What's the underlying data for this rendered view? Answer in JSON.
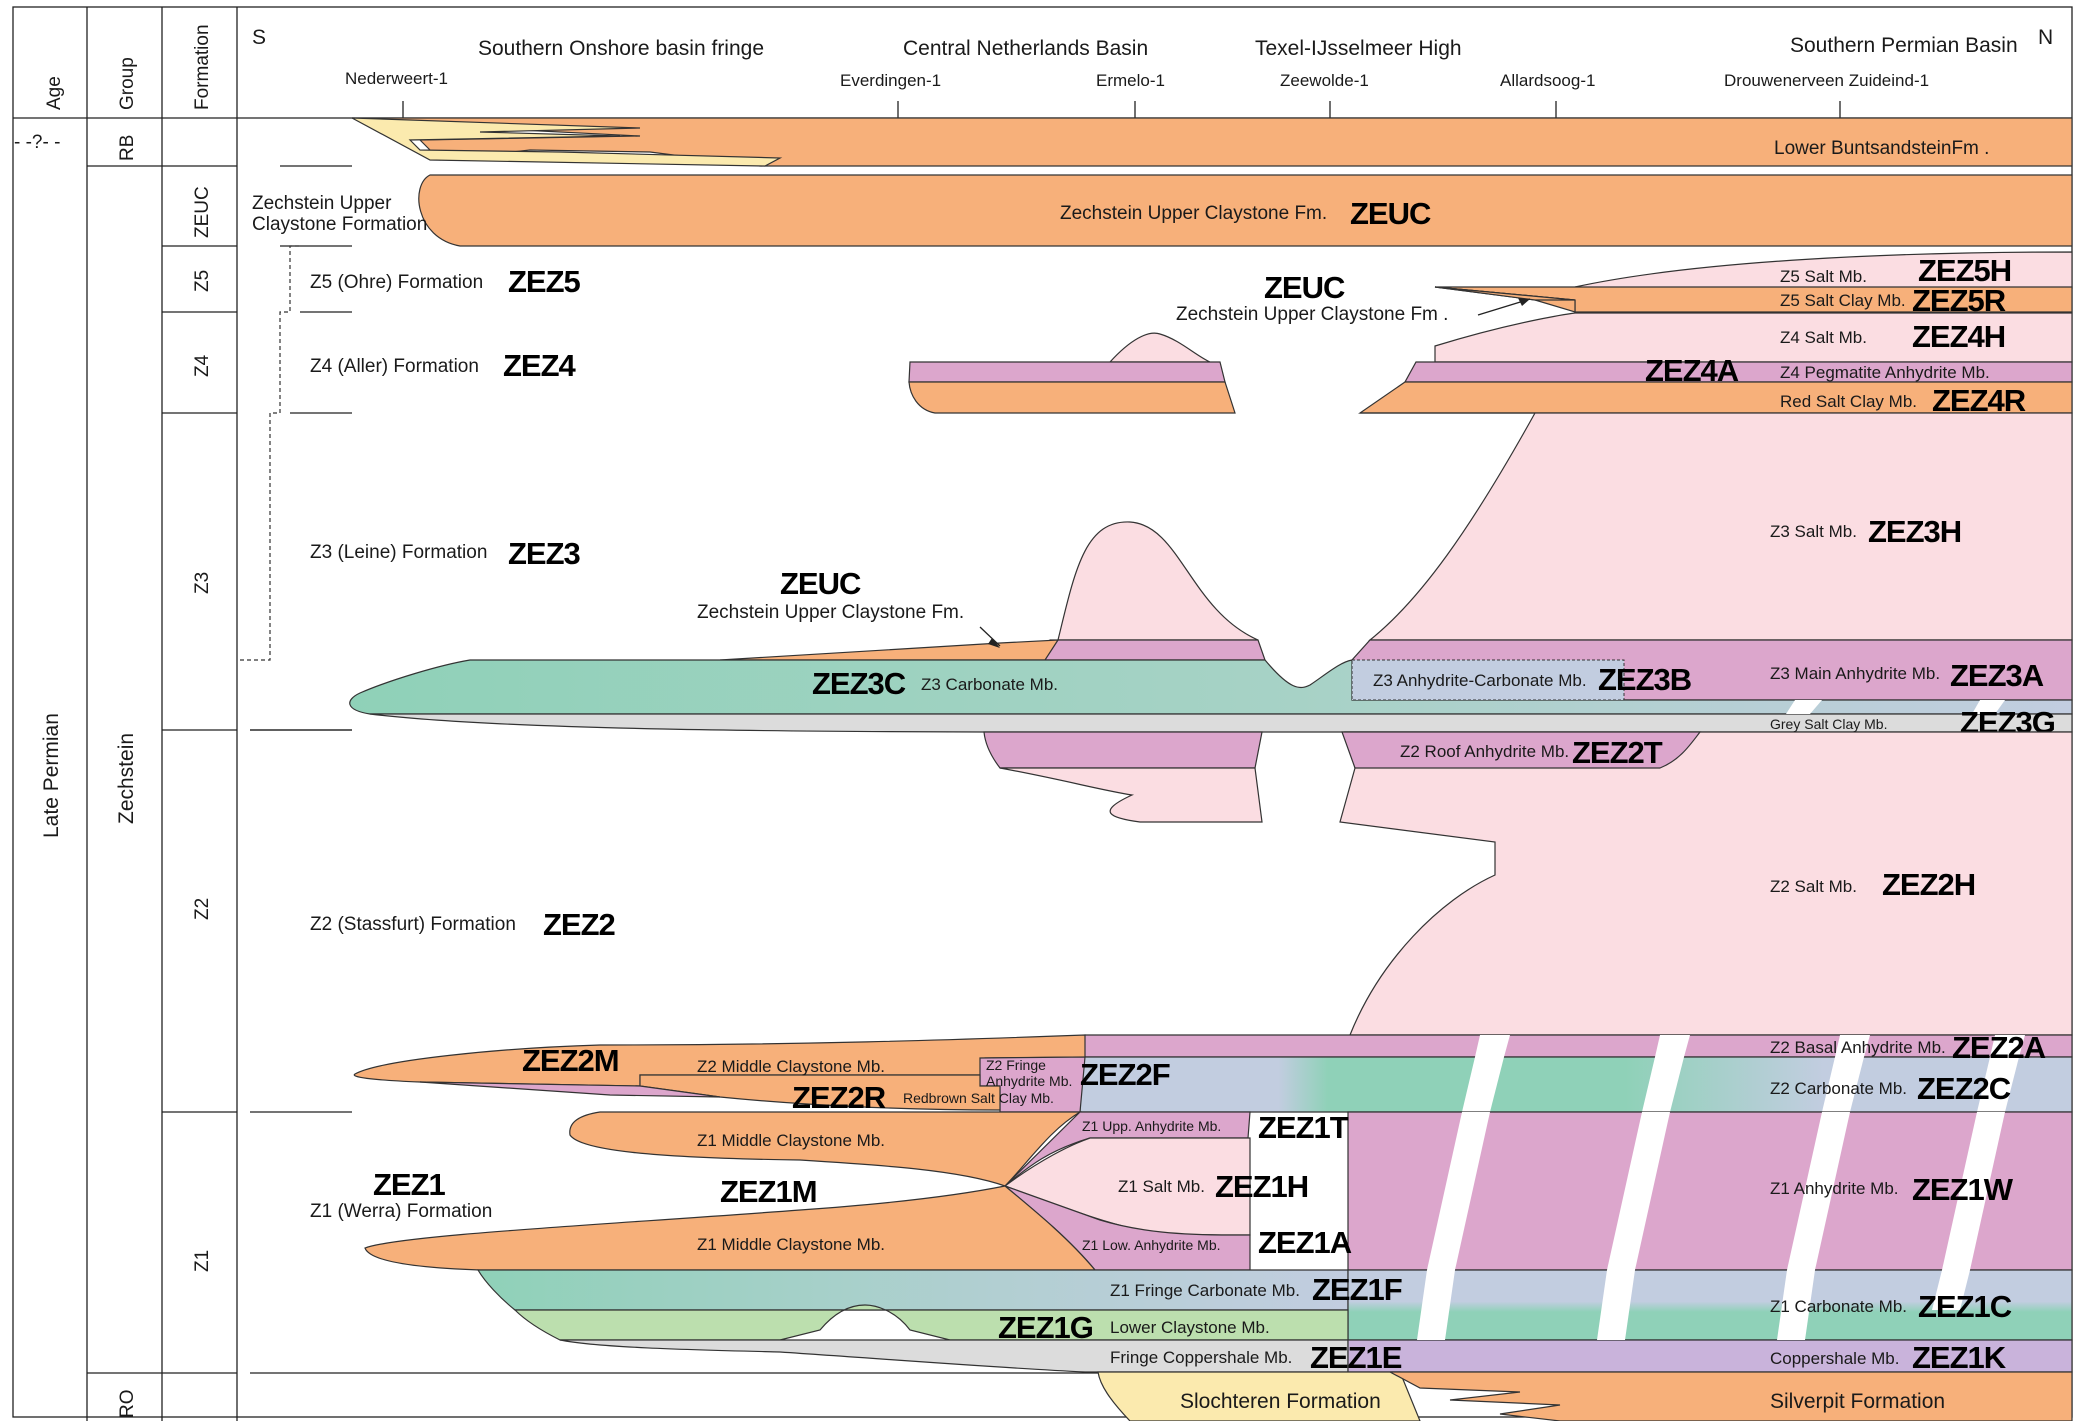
{
  "columns": {
    "age": "Age",
    "group": "Group",
    "formation": "Formation"
  },
  "ages": {
    "unknown": "- -?- -",
    "late_permian": "Late Permian"
  },
  "groups": {
    "rb": "RB",
    "zechstein": "Zechstein",
    "ro": "RO"
  },
  "formations": {
    "zeuc": "ZEUC",
    "z5": "Z5",
    "z4": "Z4",
    "z3": "Z3",
    "z2": "Z2",
    "z1": "Z1"
  },
  "directions": {
    "south": "S",
    "north": "N"
  },
  "regions": {
    "southern_onshore": "Southern Onshore basin fringe",
    "central_netherlands": "Central Netherlands Basin",
    "texel": "Texel-IJsselmeer High",
    "southern_permian": "Southern Permian Basin"
  },
  "wells": {
    "nederweert": "Nederweert-1",
    "everdingen": "Everdingen-1",
    "ermelo": "Ermelo-1",
    "zeewolde": "Zeewolde-1",
    "allardsoog": "Allardsoog-1",
    "drouwenerveen": "Drouwenerveen Zuideind-1"
  },
  "labels": {
    "lower_bunt": "Lower BuntsandsteinFm .",
    "zeuc_left_1": "Zechstein Upper",
    "zeuc_left_2": "Claystone Formation",
    "zeuc_main": "Zechstein Upper Claystone Fm.",
    "zeuc_mid": "Zechstein Upper Claystone Fm .",
    "zeuc_z3": "Zechstein Upper Claystone Fm.",
    "z5_formation": "Z5 (Ohre) Formation",
    "z4_formation": "Z4 (Aller) Formation",
    "z3_formation": "Z3 (Leine) Formation",
    "z2_formation": "Z2 (Stassfurt) Formation",
    "z1_formation": "Z1 (Werra) Formation",
    "z5_salt": "Z5 Salt Mb.",
    "z5_salt_clay": "Z5 Salt Clay Mb.",
    "z4_salt": "Z4 Salt Mb.",
    "z4_pegmatite": "Z4 Pegmatite Anhydrite Mb.",
    "red_salt_clay": "Red Salt Clay Mb.",
    "z3_salt": "Z3 Salt Mb.",
    "z3_carbonate": "Z3 Carbonate Mb.",
    "z3_anhydrite_carbonate": "Z3 Anhydrite-Carbonate Mb.",
    "z3_main_anhydrite": "Z3 Main Anhydrite Mb.",
    "grey_salt_clay": "Grey Salt Clay Mb.",
    "z2_roof_anhydrite": "Z2 Roof Anhydrite Mb.",
    "z2_salt": "Z2 Salt Mb.",
    "z2_middle_claystone": "Z2 Middle Claystone Mb.",
    "z2_fringe_1": "Z2 Fringe",
    "z2_fringe_2": "Anhydrite Mb.",
    "redbrown_salt_clay": "Redbrown Salt Clay Mb.",
    "z2_basal_anhydrite": "Z2 Basal Anhydrite Mb.",
    "z2_carbonate": "Z2 Carbonate Mb.",
    "z1_middle_claystone_upper": "Z1 Middle Claystone Mb.",
    "z1_middle_claystone_lower": "Z1 Middle Claystone Mb.",
    "z1_upp_anhydrite": "Z1 Upp. Anhydrite Mb.",
    "z1_salt": "Z1 Salt Mb.",
    "z1_low_anhydrite": "Z1 Low. Anhydrite Mb.",
    "z1_anhydrite": "Z1 Anhydrite Mb.",
    "z1_fringe_carbonate": "Z1 Fringe Carbonate Mb.",
    "z1_carbonate": "Z1 Carbonate Mb.",
    "lower_claystone": "Lower Claystone Mb.",
    "fringe_coppershale": "Fringe Coppershale Mb.",
    "coppershale": "Coppershale Mb.",
    "slochteren": "Slochteren Formation",
    "silverpit": "Silverpit Formation"
  },
  "codes": {
    "zeuc_main": "ZEUC",
    "zeuc_mid": "ZEUC",
    "zeuc_z3": "ZEUC",
    "zez5": "ZEZ5",
    "zez4": "ZEZ4",
    "zez3": "ZEZ3",
    "zez2": "ZEZ2",
    "zez1": "ZEZ1",
    "zez5h": "ZEZ5H",
    "zez5r": "ZEZ5R",
    "zez4h": "ZEZ4H",
    "zez4a": "ZEZ4A",
    "zez4r": "ZEZ4R",
    "zez3h": "ZEZ3H",
    "zez3c": "ZEZ3C",
    "zez3b": "ZEZ3B",
    "zez3a": "ZEZ3A",
    "zez3g": "ZEZ3G",
    "zez2t": "ZEZ2T",
    "zez2h": "ZEZ2H",
    "zez2m": "ZEZ2M",
    "zez2r": "ZEZ2R",
    "zez2f": "ZEZ2F",
    "zez2a": "ZEZ2A",
    "zez2c": "ZEZ2C",
    "zez1m": "ZEZ1M",
    "zez1t": "ZEZ1T",
    "zez1h": "ZEZ1H",
    "zez1a": "ZEZ1A",
    "zez1w": "ZEZ1W",
    "zez1f": "ZEZ1F",
    "zez1c": "ZEZ1C",
    "zez1g": "ZEZ1G",
    "zez1e": "ZEZ1E",
    "zez1k": "ZEZ1K"
  },
  "colors": {
    "claystone_orange": "#f7b07a",
    "sandstone_yellow": "#fbeaae",
    "salt_pink": "#fbdde2",
    "anhydrite_purple": "#dca6cc",
    "carbonate_teal": "#8fd1b8",
    "claystone_green": "#bcdfae",
    "carbonate_blue": "#c2cde0",
    "grey_clay": "#dcdcdc",
    "coppershale_violet": "#c9b3db"
  }
}
